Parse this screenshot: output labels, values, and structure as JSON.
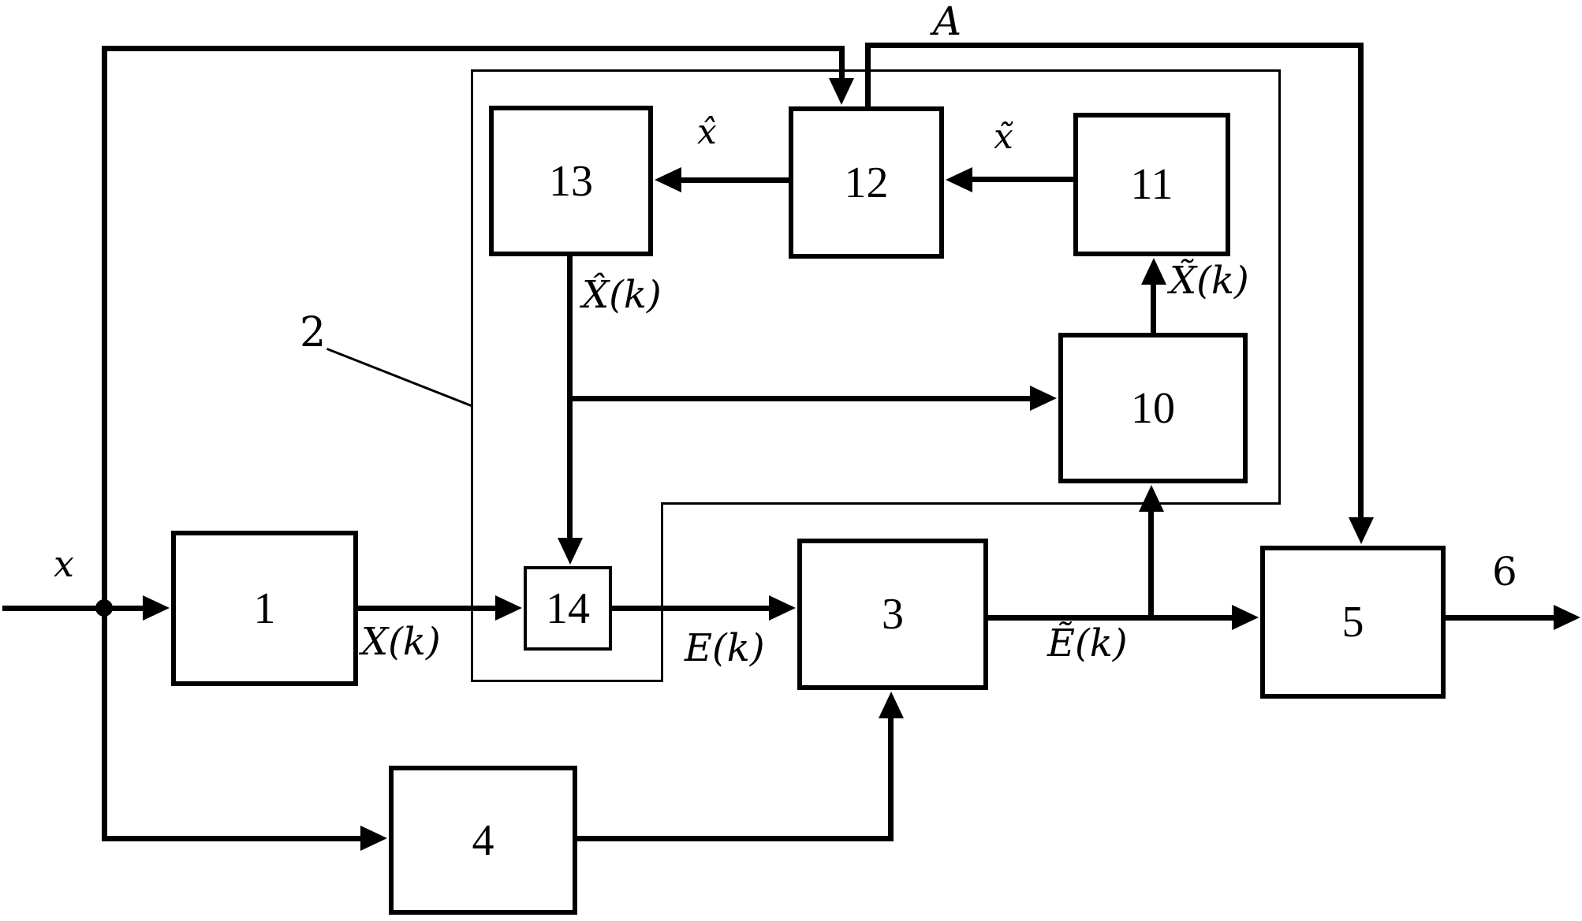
{
  "figure": {
    "paper_color": "#ffffff",
    "ink_color": "#000000",
    "blocks": {
      "b1": "1",
      "b3": "3",
      "b4": "4",
      "b5": "5",
      "b10": "10",
      "b11": "11",
      "b12": "12",
      "b13": "13",
      "b14": "14"
    },
    "container_label": "2",
    "signals": {
      "input": "x",
      "output": "6",
      "top_feedback": "A",
      "xk": "X(k)",
      "ek": "E(k)",
      "e_tilde_k": "Ẽ(k)",
      "x_hat_k": "X̂(k)",
      "x_tilde_k": "X̃(k)",
      "x_hat": "x̂",
      "x_tilde": "x̃"
    }
  }
}
